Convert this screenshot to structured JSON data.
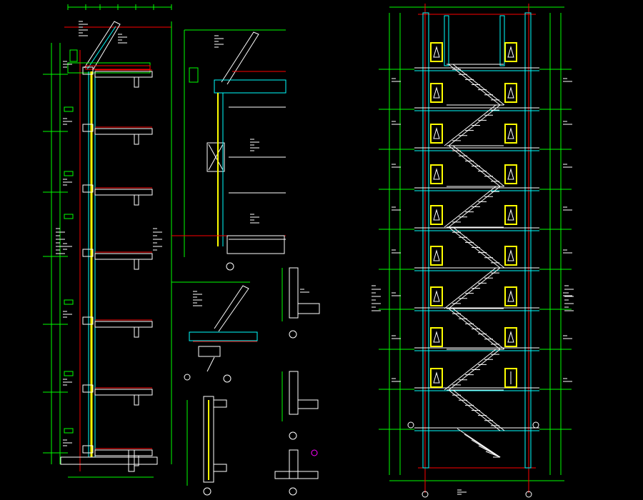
{
  "drawing": {
    "title": "",
    "background": "#000000",
    "colors": {
      "dim": "#00ff00",
      "structure": "#ffffff",
      "axis": "#ff0000",
      "window": "#ffff00",
      "wall": "#00ffff",
      "annotation": "#ff00ff"
    },
    "section_floor_count": 7,
    "plan_window_rows": 9,
    "plan_flights": 9
  },
  "icons": {
    "axis_marker": "circle-axis-icon",
    "window_symbol": "window-sash-icon",
    "detail_marker": "detail-callout-icon"
  }
}
